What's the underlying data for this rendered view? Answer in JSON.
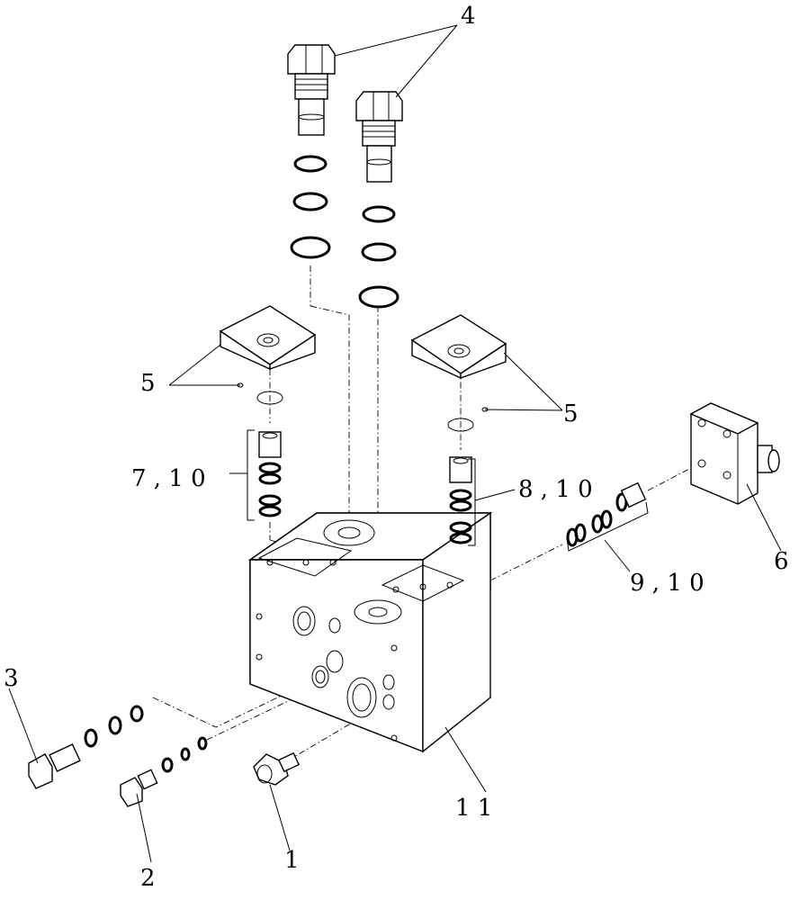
{
  "callouts": {
    "c1": "1",
    "c2": "2",
    "c3": "3",
    "c4": "4",
    "c5a": "5",
    "c5b": "5",
    "c6": "6",
    "c7": "7 , 1 0",
    "c8": "8 , 1 0",
    "c9": "9 , 1 0",
    "c11": "1 1"
  }
}
